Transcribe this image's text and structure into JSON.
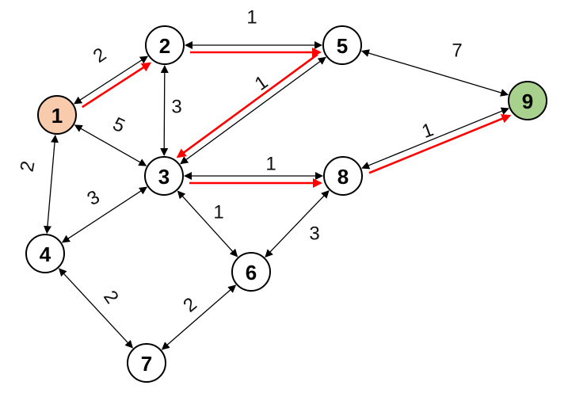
{
  "title": "Shortest path graph",
  "colors": {
    "edge": "#000000",
    "path": "#ff0000",
    "start": "#f8cbad",
    "end": "#a9d18e",
    "node": "#ffffff"
  },
  "nodes": [
    {
      "id": "1",
      "role": "start"
    },
    {
      "id": "2"
    },
    {
      "id": "3"
    },
    {
      "id": "4"
    },
    {
      "id": "5"
    },
    {
      "id": "6"
    },
    {
      "id": "7"
    },
    {
      "id": "8"
    },
    {
      "id": "9",
      "role": "end"
    }
  ],
  "edges": [
    {
      "a": "1",
      "b": "2",
      "weight": "2"
    },
    {
      "a": "2",
      "b": "5",
      "weight": "1"
    },
    {
      "a": "5",
      "b": "9",
      "weight": "7"
    },
    {
      "a": "1",
      "b": "3",
      "weight": "5"
    },
    {
      "a": "2",
      "b": "3",
      "weight": "3"
    },
    {
      "a": "5",
      "b": "3",
      "weight": "1"
    },
    {
      "a": "3",
      "b": "8",
      "weight": "1"
    },
    {
      "a": "8",
      "b": "9",
      "weight": "1"
    },
    {
      "a": "1",
      "b": "4",
      "weight": "2"
    },
    {
      "a": "3",
      "b": "4",
      "weight": "3"
    },
    {
      "a": "3",
      "b": "6",
      "weight": "1"
    },
    {
      "a": "8",
      "b": "6",
      "weight": "3"
    },
    {
      "a": "4",
      "b": "7",
      "weight": "2"
    },
    {
      "a": "7",
      "b": "6",
      "weight": "2"
    }
  ],
  "shortest_path": [
    "1",
    "2",
    "5",
    "3",
    "8",
    "9"
  ]
}
